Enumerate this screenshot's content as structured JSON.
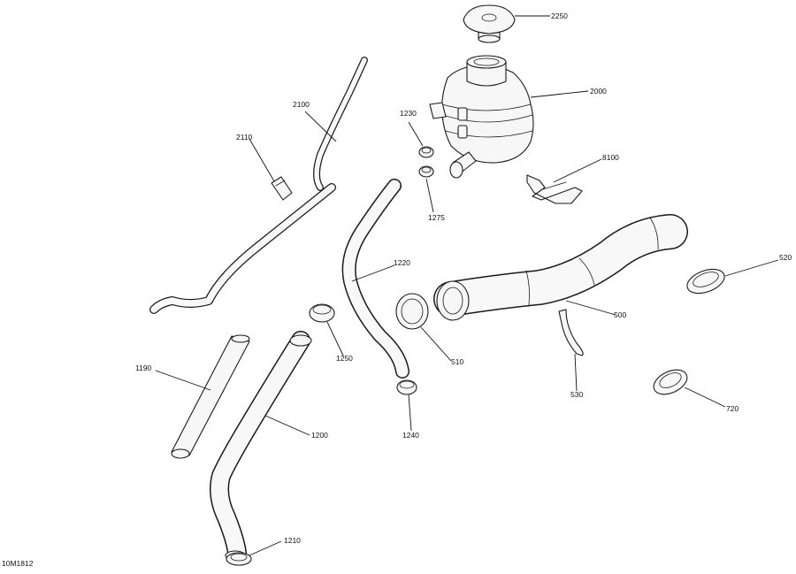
{
  "figure_id": "10M1812",
  "callouts": [
    {
      "id": "2250",
      "label": "2250"
    },
    {
      "id": "2000",
      "label": "2000"
    },
    {
      "id": "2100",
      "label": "2100"
    },
    {
      "id": "2110",
      "label": "2110"
    },
    {
      "id": "1230",
      "label": "1230"
    },
    {
      "id": "1275",
      "label": "1275"
    },
    {
      "id": "8100",
      "label": "8100"
    },
    {
      "id": "1220",
      "label": "1220"
    },
    {
      "id": "520",
      "label": "520"
    },
    {
      "id": "500",
      "label": "500"
    },
    {
      "id": "510",
      "label": "510"
    },
    {
      "id": "1250",
      "label": "1250"
    },
    {
      "id": "1190",
      "label": "1190"
    },
    {
      "id": "1200",
      "label": "1200"
    },
    {
      "id": "530",
      "label": "530"
    },
    {
      "id": "720",
      "label": "720"
    },
    {
      "id": "1240",
      "label": "1240"
    },
    {
      "id": "1210",
      "label": "1210"
    }
  ]
}
